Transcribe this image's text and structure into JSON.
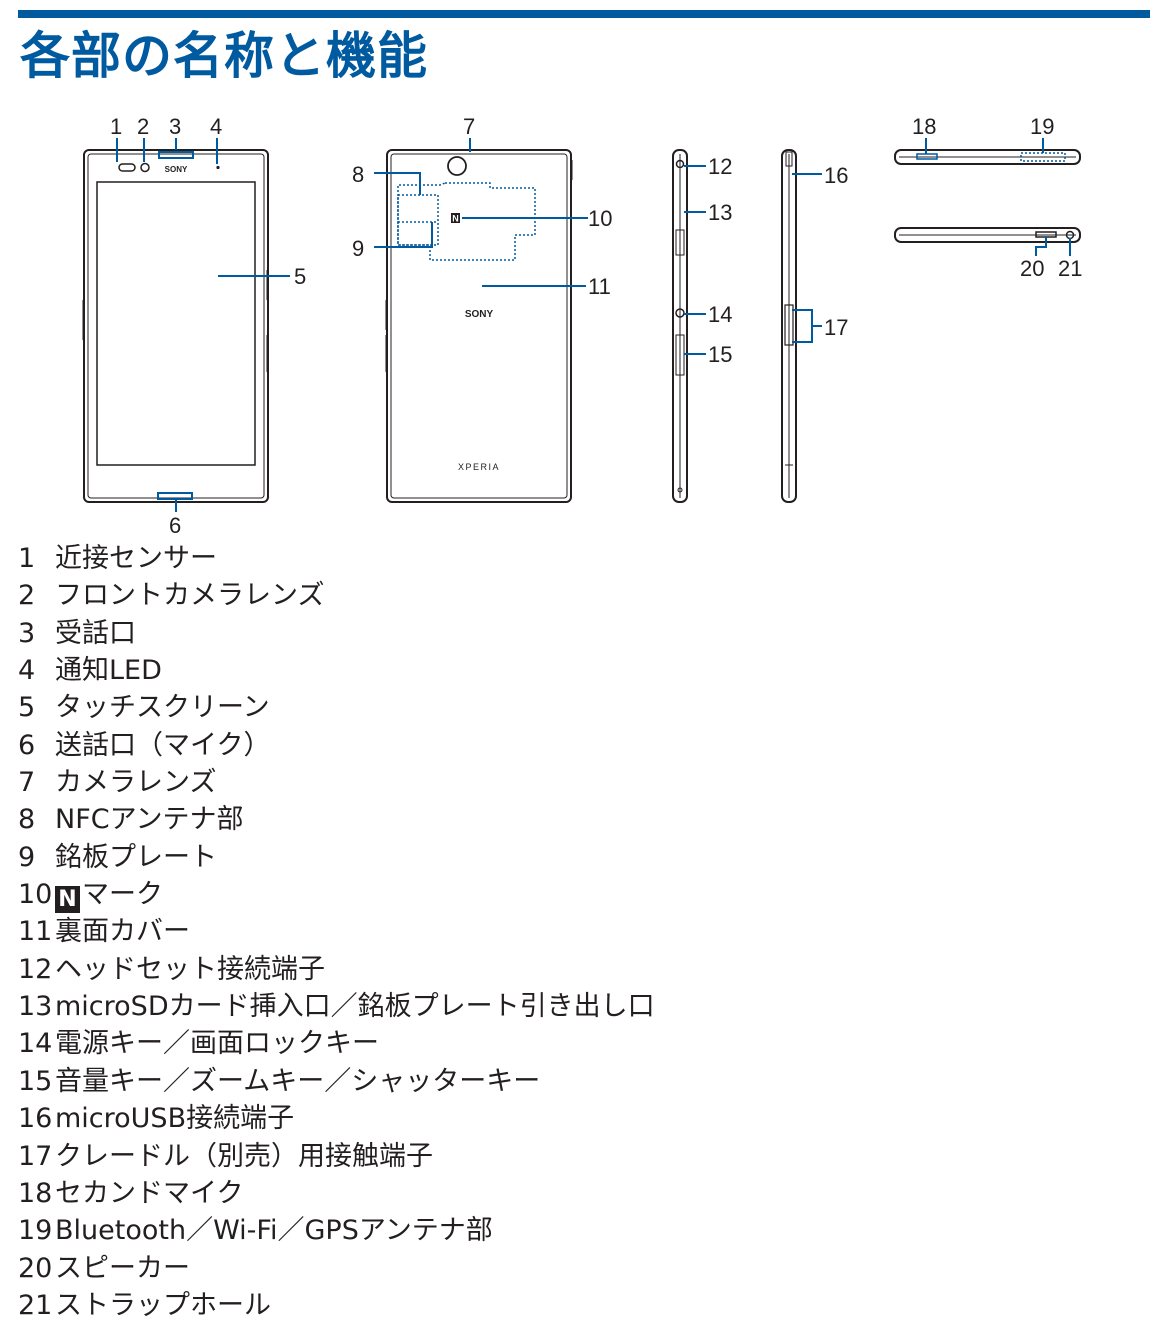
{
  "page": {
    "title": "各部の名称と機能"
  },
  "diagram": {
    "brand_front": "SONY",
    "brand_back": "SONY",
    "logo_back": "XPERIA",
    "nfc_symbol": "N",
    "callouts": [
      "1",
      "2",
      "3",
      "4",
      "5",
      "6",
      "7",
      "8",
      "9",
      "10",
      "11",
      "12",
      "13",
      "14",
      "15",
      "16",
      "17",
      "18",
      "19",
      "20",
      "21"
    ]
  },
  "parts": [
    {
      "num": "1",
      "label": "近接センサー"
    },
    {
      "num": "2",
      "label": "フロントカメラレンズ"
    },
    {
      "num": "3",
      "label": "受話口"
    },
    {
      "num": "4",
      "label": "通知LED"
    },
    {
      "num": "5",
      "label": "タッチスクリーン"
    },
    {
      "num": "6",
      "label": "送話口（マイク）"
    },
    {
      "num": "7",
      "label": "カメラレンズ"
    },
    {
      "num": "8",
      "label": "NFCアンテナ部"
    },
    {
      "num": "9",
      "label": "銘板プレート"
    },
    {
      "num": "10",
      "label": "マーク",
      "icon": "N"
    },
    {
      "num": "11",
      "label": "裏面カバー"
    },
    {
      "num": "12",
      "label": "ヘッドセット接続端子"
    },
    {
      "num": "13",
      "label": "microSDカード挿入口／銘板プレート引き出し口"
    },
    {
      "num": "14",
      "label": "電源キー／画面ロックキー"
    },
    {
      "num": "15",
      "label": "音量キー／ズームキー／シャッターキー"
    },
    {
      "num": "16",
      "label": "microUSB接続端子"
    },
    {
      "num": "17",
      "label": "クレードル（別売）用接触端子"
    },
    {
      "num": "18",
      "label": "セカンドマイク"
    },
    {
      "num": "19",
      "label": "Bluetooth／Wi-Fi／GPSアンテナ部"
    },
    {
      "num": "20",
      "label": "スピーカー"
    },
    {
      "num": "21",
      "label": "ストラップホール"
    }
  ],
  "colors": {
    "accent": "#005aa0",
    "text": "#231f20",
    "line": "#231f20"
  }
}
